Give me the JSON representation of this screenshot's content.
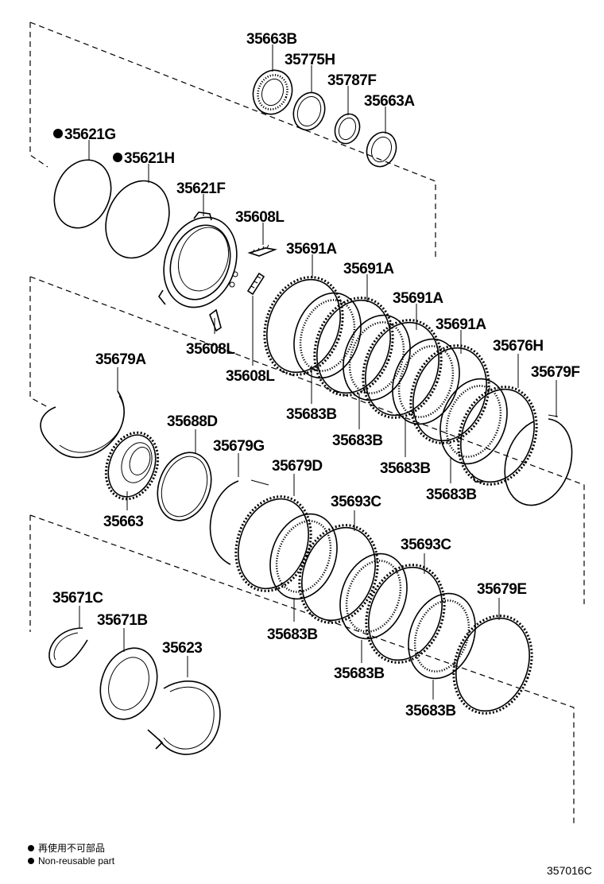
{
  "parts": {
    "p35663B": "35663B",
    "p35775H": "35775H",
    "p35787F": "35787F",
    "p35663A": "35663A",
    "p35621G": "35621G",
    "p35621H": "35621H",
    "p35621F": "35621F",
    "p35608L_top": "35608L",
    "p35608L_left": "35608L",
    "p35608L_right": "35608L",
    "p35691A_1": "35691A",
    "p35691A_2": "35691A",
    "p35691A_3": "35691A",
    "p35691A_4": "35691A",
    "p35676H": "35676H",
    "p35679F": "35679F",
    "p35679A": "35679A",
    "p35688D": "35688D",
    "p35679G": "35679G",
    "p35679D": "35679D",
    "p35663": "35663",
    "p35683B_1": "35683B",
    "p35683B_2": "35683B",
    "p35683B_3": "35683B",
    "p35683B_4": "35683B",
    "p35693C_1": "35693C",
    "p35693C_2": "35693C",
    "p35679E": "35679E",
    "p35671C": "35671C",
    "p35671B": "35671B",
    "p35623": "35623",
    "p35683B_5": "35683B",
    "p35683B_6": "35683B",
    "p35683B_7": "35683B"
  },
  "legend": {
    "line_jp": "再使用不可部品",
    "line_en": "Non-reusable part"
  },
  "diagram_code": "357016C"
}
